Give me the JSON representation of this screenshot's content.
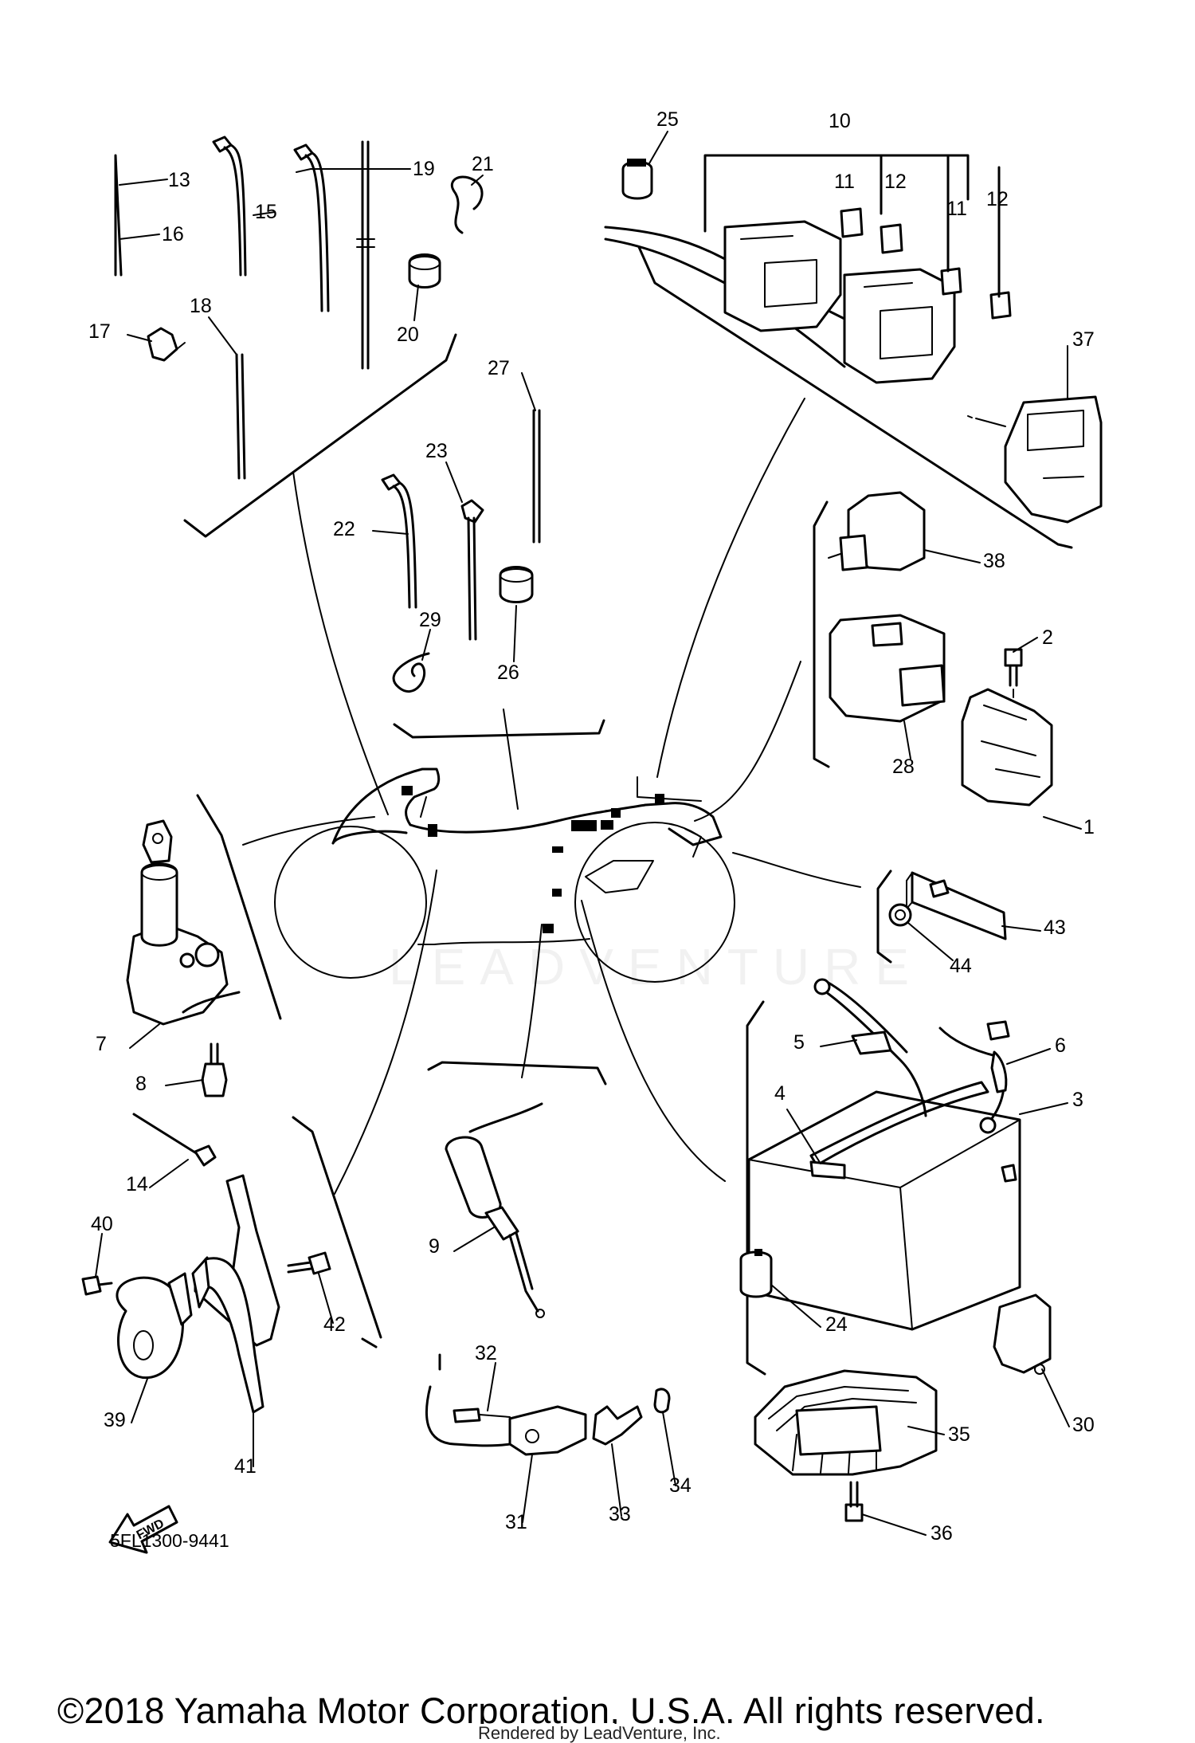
{
  "diagram_code": "5FL1300-9441",
  "fwd_label": "FWD",
  "watermark": "LEADVENTURE",
  "copyright": "©2018 Yamaha Motor Corporation, U.S.A. All rights reserved.",
  "rendered_by": "Rendered by LeadVenture, Inc.",
  "parts": [
    "1",
    "2",
    "3",
    "4",
    "5",
    "6",
    "7",
    "8",
    "9",
    "10",
    "11",
    "12",
    "11",
    "12",
    "13",
    "14",
    "15",
    "16",
    "17",
    "18",
    "19",
    "20",
    "21",
    "22",
    "23",
    "24",
    "25",
    "26",
    "27",
    "28",
    "29",
    "30",
    "31",
    "32",
    "33",
    "34",
    "35",
    "36",
    "37",
    "38",
    "39",
    "40",
    "41",
    "42",
    "43",
    "44"
  ]
}
